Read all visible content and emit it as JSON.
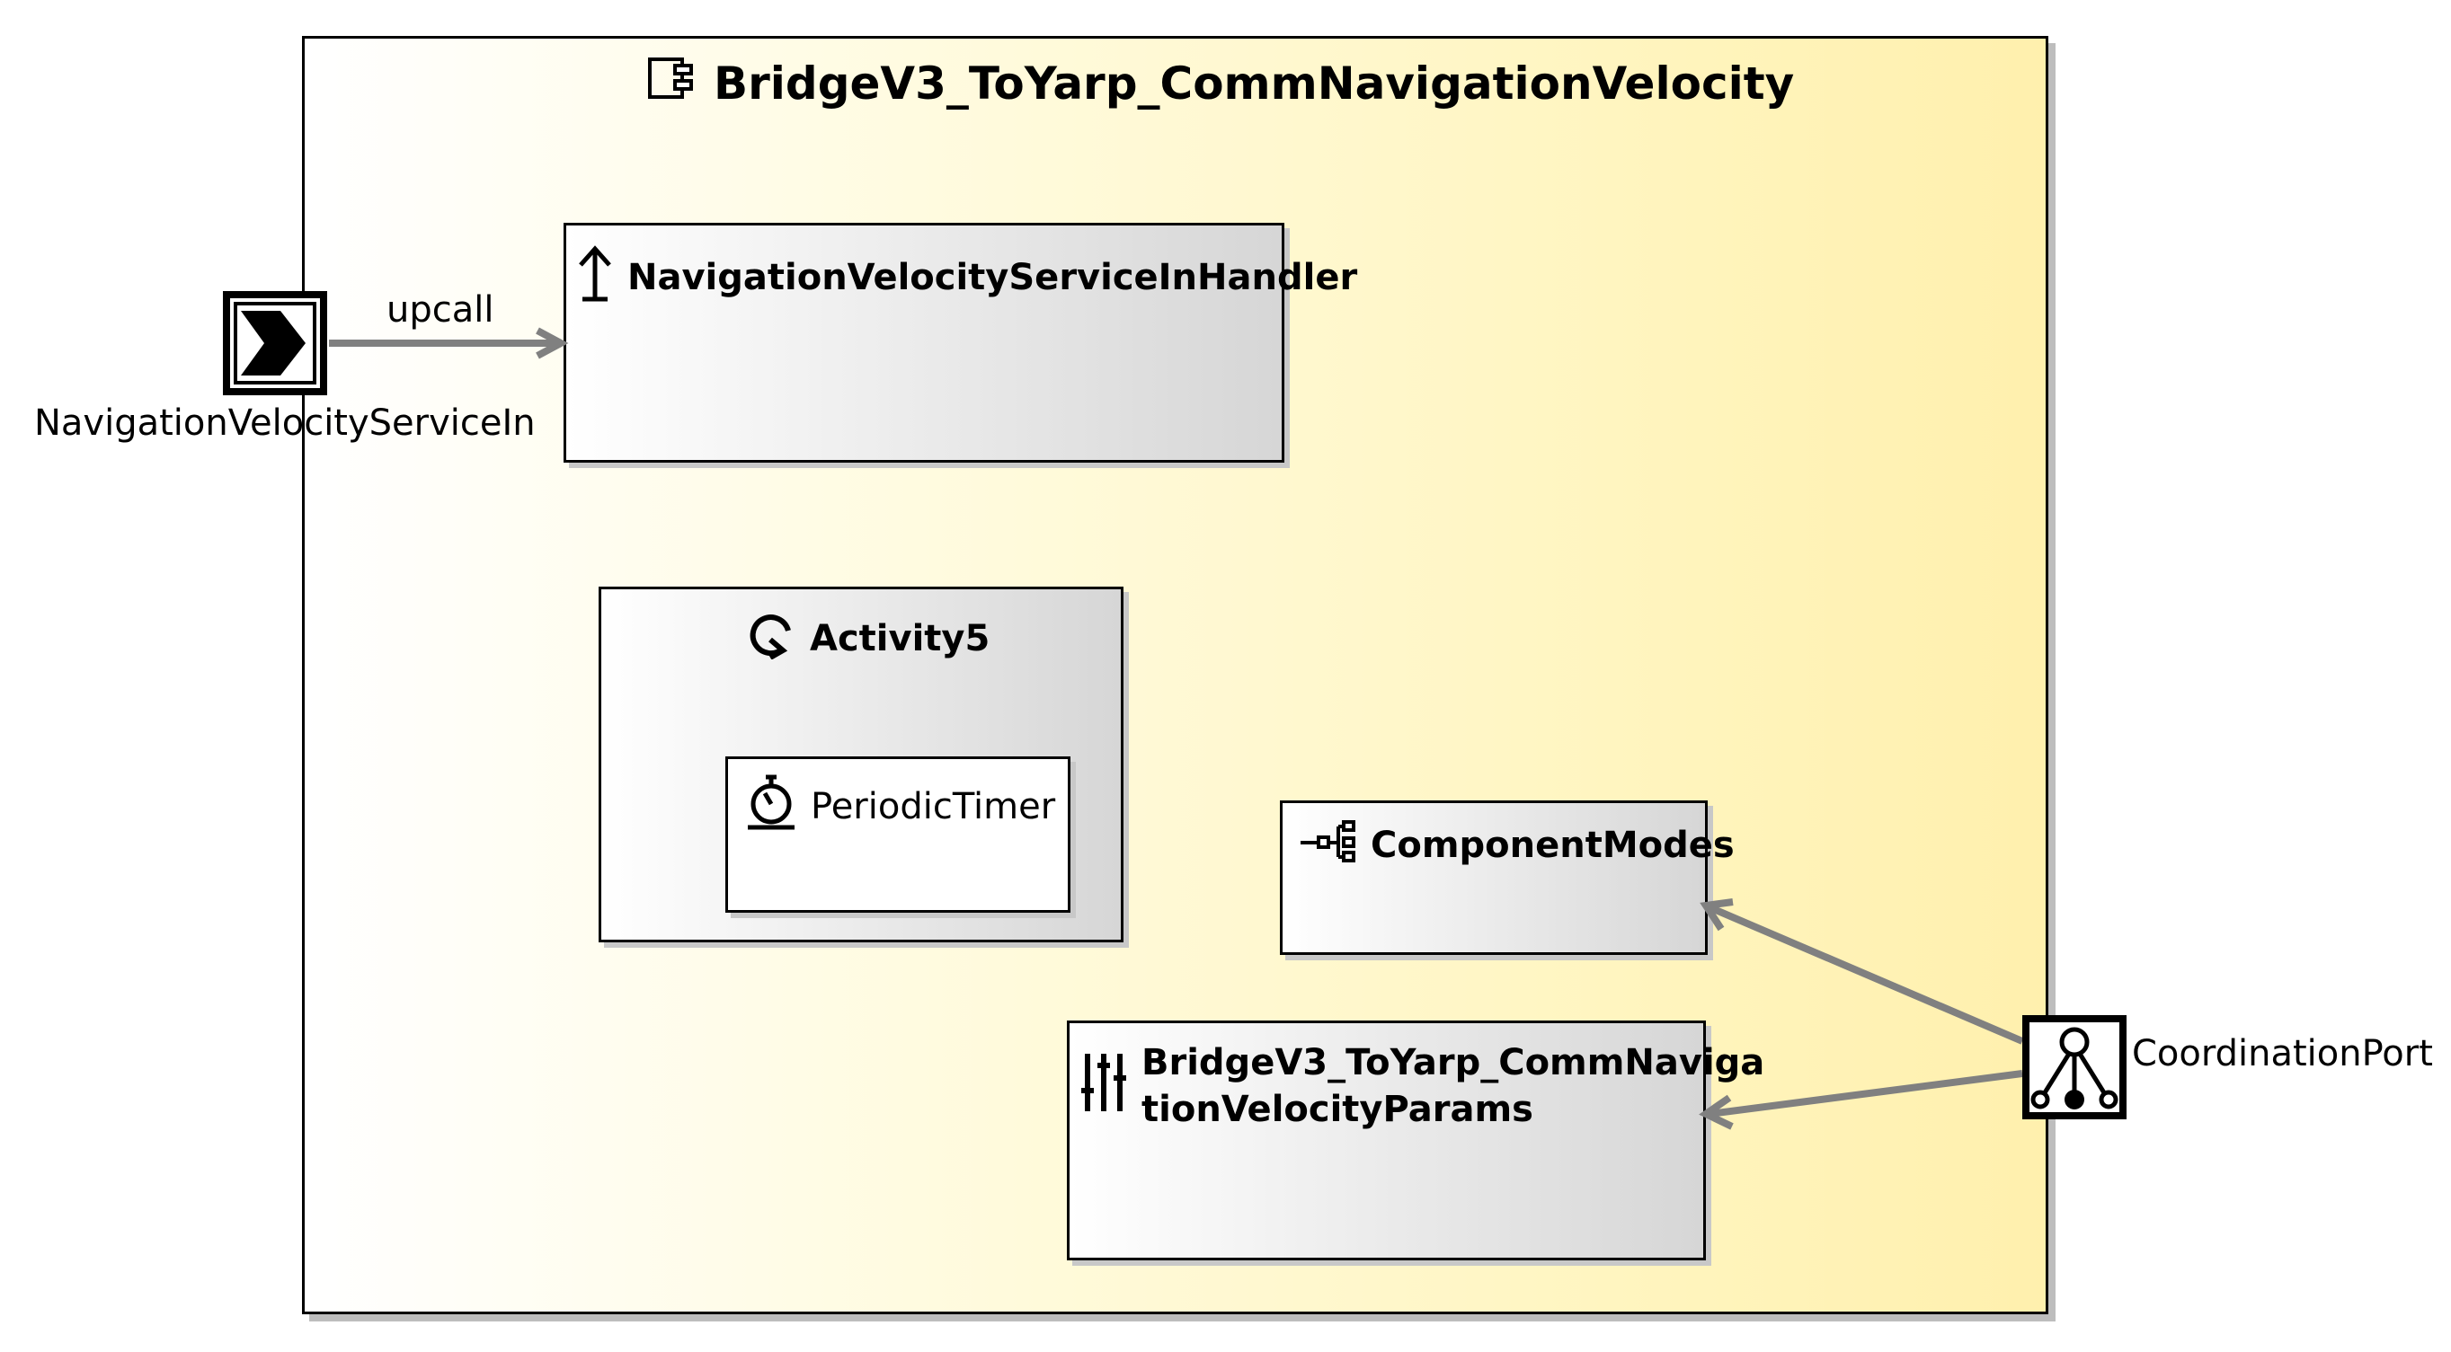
{
  "diagram": {
    "component": {
      "name": "BridgeV3_ToYarp_CommNavigationVelocity",
      "icon": "component-icon"
    },
    "handler": {
      "name": "NavigationVelocityServiceInHandler",
      "icon": "upcall-handler-icon"
    },
    "activity": {
      "name": "Activity5",
      "icon": "activity-cycle-icon"
    },
    "timer": {
      "name": "PeriodicTimer",
      "icon": "stopwatch-icon"
    },
    "modes": {
      "name": "ComponentModes",
      "icon": "mode-tree-icon"
    },
    "params": {
      "name_line1": "BridgeV3_ToYarp_CommNaviga",
      "name_line2": "tionVelocityParams",
      "icon": "sliders-icon"
    },
    "ports": {
      "service_in": {
        "label": "NavigationVelocityServiceIn",
        "icon": "input-port-icon"
      },
      "coordination": {
        "label": "CoordinationPort",
        "icon": "coordination-port-icon"
      }
    },
    "connections": {
      "upcall_label": "upcall"
    },
    "colors": {
      "component_fill_end": "#fff0ad",
      "connector": "#808080",
      "border": "#000000"
    }
  }
}
